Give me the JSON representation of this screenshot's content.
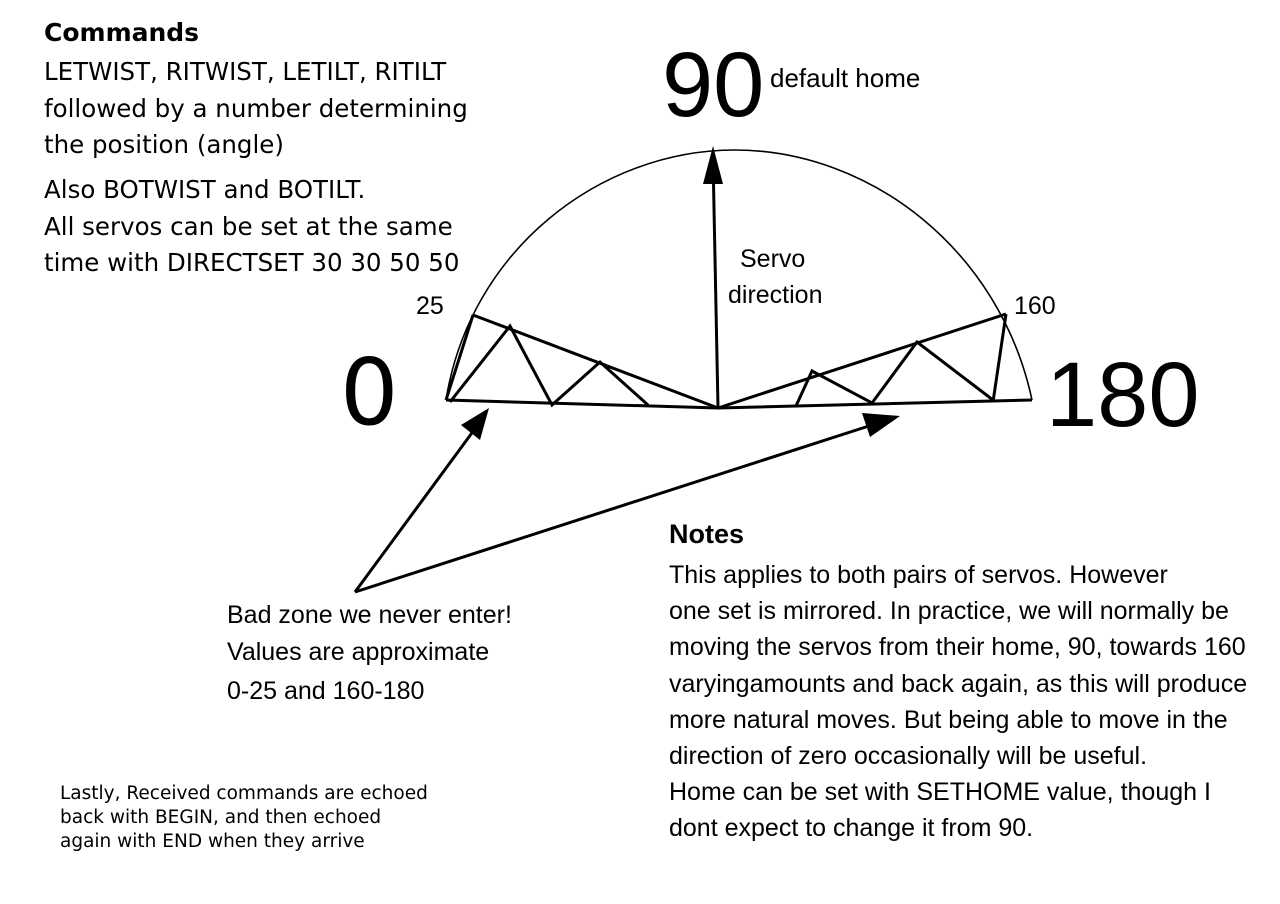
{
  "commands": {
    "title": "Commands",
    "lines": [
      "LETWIST, RITWIST, LETILT, RITILT",
      "followed by a number determining",
      "the position (angle)"
    ],
    "extra_lines": [
      "Also BOTWIST and BOTILT.",
      "All servos can be set at the same",
      "time with DIRECTSET 30 30 50 50"
    ]
  },
  "diagram": {
    "label_home_value": "90",
    "label_home_text": "default home",
    "label_zero": "0",
    "label_max": "180",
    "label_25": "25",
    "label_160": "160",
    "servo_direction": [
      "Servo",
      "direction"
    ]
  },
  "bad_zone": {
    "lines": [
      "Bad zone we never enter!",
      "Values are approximate",
      "0-25 and 160-180"
    ]
  },
  "notes": {
    "title": "Notes",
    "lines": [
      "This applies to both pairs of servos. However",
      "one set is mirrored. In practice, we will normally be",
      "moving the servos from their home, 90, towards 160",
      "varyingamounts and back again, as this will produce",
      "more natural moves. But being able to move in the",
      "direction of zero occasionally will be useful.",
      "Home can be set with SETHOME value, though I",
      "dont expect to change it from 90."
    ]
  },
  "lastly": {
    "lines": [
      "Lastly, Received commands are echoed",
      "back with BEGIN, and then echoed",
      "again with END when they arrive"
    ]
  }
}
